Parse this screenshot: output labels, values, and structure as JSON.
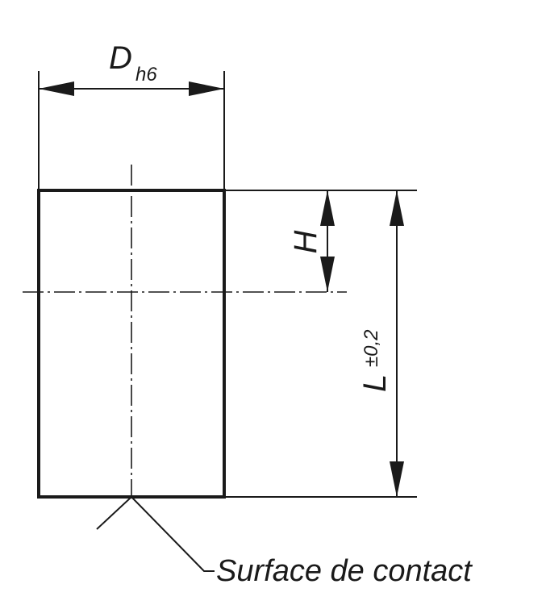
{
  "labels": {
    "diameter": "D",
    "diameter_tolerance": "h6",
    "height": "H",
    "length": "L",
    "length_tolerance": "±0,2",
    "contact_surface": "Surface de contact"
  }
}
